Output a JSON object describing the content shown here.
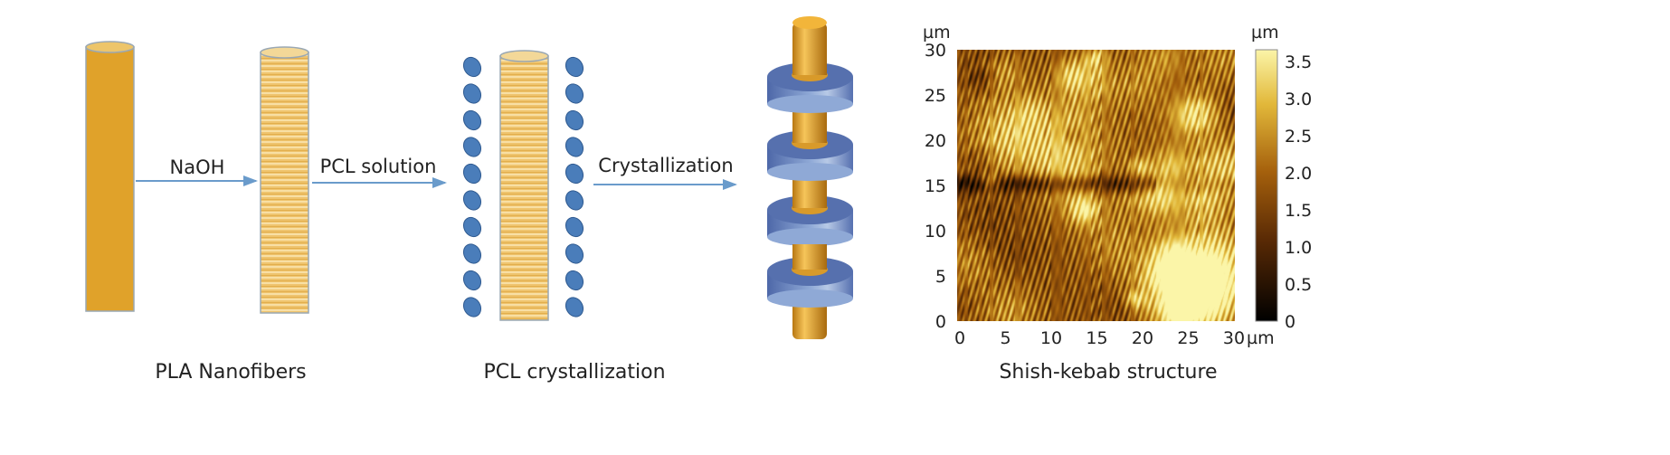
{
  "steps": {
    "naoh": "NaOH",
    "pcl_solution": "PCL solution",
    "crystallization": "Crystallization"
  },
  "captions": {
    "pla": "PLA Nanofibers",
    "pcl": "PCL crystallization",
    "shish": "Shish-kebab structure"
  },
  "afm": {
    "y_unit": "µm",
    "x_unit": "µm",
    "bar_unit": "µm",
    "x_ticks": [
      "0",
      "5",
      "10",
      "15",
      "20",
      "25",
      "30"
    ],
    "y_ticks": [
      "0",
      "5",
      "10",
      "15",
      "20",
      "25",
      "30"
    ],
    "bar_ticks": [
      "0",
      "0.5",
      "1.0",
      "1.5",
      "2.0",
      "2.5",
      "3.0",
      "3.5"
    ]
  },
  "colors": {
    "rod": "#E0A22A",
    "rod_light": "#F0C876",
    "arrow": "#6A9BCB",
    "oval": "#4A7DBA",
    "kebab": "#5A74B0"
  }
}
